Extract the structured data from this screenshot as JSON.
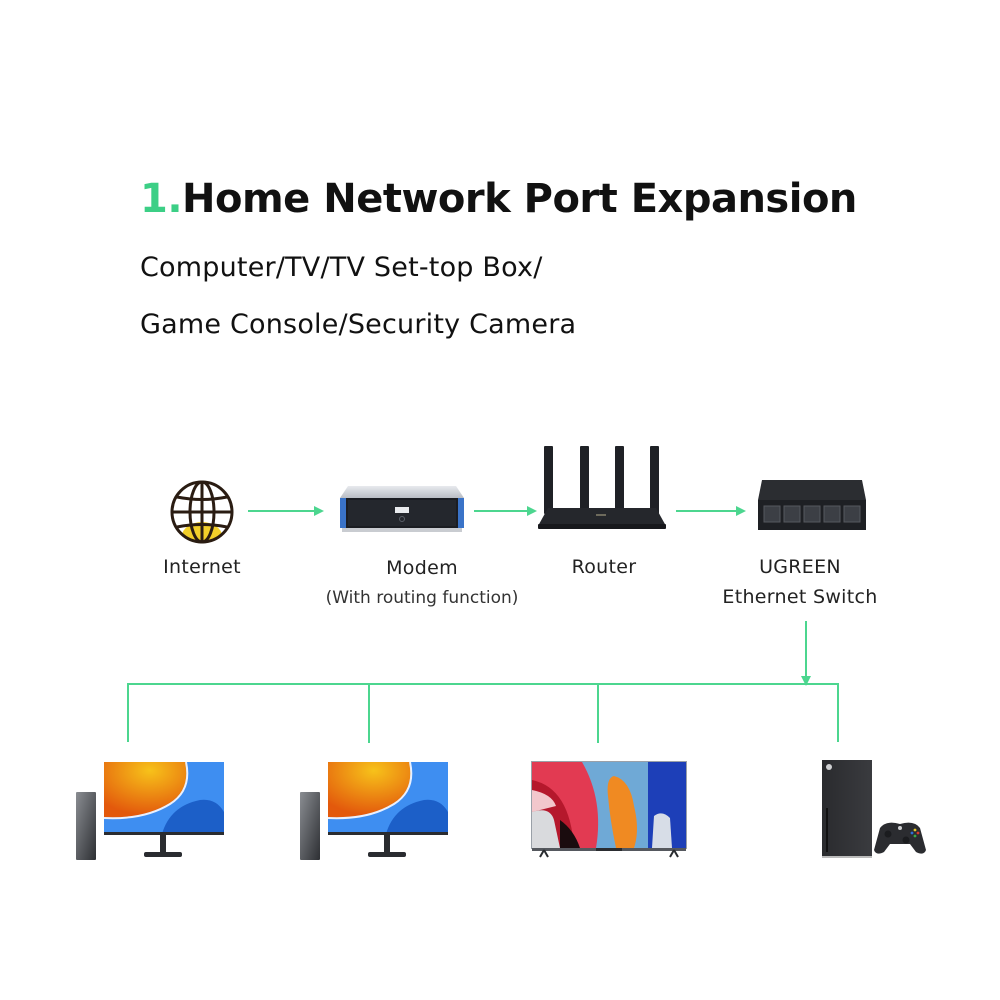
{
  "header": {
    "title_number": "1.",
    "title_text": "Home Network Port Expansion",
    "subtitle_line1": "Computer/TV/TV Set-top Box/",
    "subtitle_line2": "Game Console/Security Camera"
  },
  "colors": {
    "accent": "#3ccf86",
    "text": "#111111",
    "connector": "#4cd68f"
  },
  "flow": {
    "nodes": [
      {
        "id": "internet",
        "label": "Internet",
        "icon": "globe-icon"
      },
      {
        "id": "modem",
        "label": "Modem",
        "sublabel": "(With routing function)",
        "icon": "modem-icon"
      },
      {
        "id": "router",
        "label": "Router",
        "icon": "router-icon"
      },
      {
        "id": "switch",
        "label_line1": "UGREEN",
        "label_line2": "Ethernet Switch",
        "icon": "ethernet-switch-icon"
      }
    ]
  },
  "devices": [
    {
      "id": "computer-1",
      "icon": "desktop-computer-icon"
    },
    {
      "id": "computer-2",
      "icon": "desktop-computer-icon"
    },
    {
      "id": "tv",
      "icon": "television-icon"
    },
    {
      "id": "game-console",
      "icon": "game-console-icon"
    }
  ]
}
